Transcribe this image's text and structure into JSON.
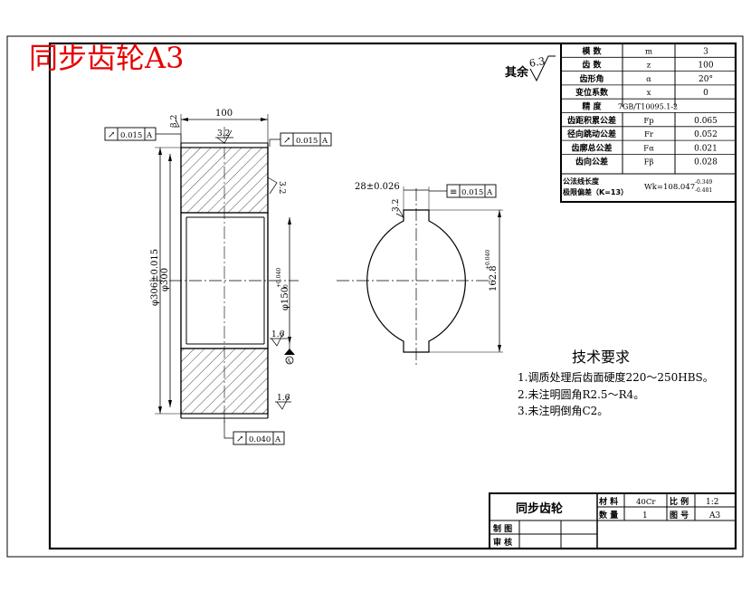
{
  "title_overlay": "同步齿轮A3",
  "surface_finish_note": {
    "prefix": "其余",
    "value": "6.3"
  },
  "params_table": [
    {
      "name": "模    数",
      "symbol": "m",
      "value": "3"
    },
    {
      "name": "齿    数",
      "symbol": "z",
      "value": "100"
    },
    {
      "name": "齿形角",
      "symbol": "α",
      "value": "20°"
    },
    {
      "name": "变位系数",
      "symbol": "x",
      "value": "0"
    },
    {
      "name": "精    度",
      "span": "7GB/T10095.1-2"
    },
    {
      "name": "齿距积累公差",
      "symbol": "Fp",
      "value": "0.065"
    },
    {
      "name": "径向跳动公差",
      "symbol": "Fr",
      "value": "0.052"
    },
    {
      "name": "齿廓总公差",
      "symbol": "Fα",
      "value": "0.021"
    },
    {
      "name": "齿向公差",
      "symbol": "Fβ",
      "value": "0.028"
    }
  ],
  "common_normal": {
    "label_line1": "公法线长度",
    "label_line2": "极限偏差（K=13）",
    "value": "Wk=108.047",
    "upper": "-0.349",
    "lower": "-0.481"
  },
  "side_view": {
    "width_dim": "100",
    "rough_top_left": "3.2",
    "rough_top": "3.2",
    "rough_right": "3.2",
    "rough_bore": "1.6",
    "rough_bottom": "1.6",
    "dia_outer": "φ306±0.015",
    "dia_root": "φ300",
    "dia_bore": "φ150",
    "bore_tol_upper": "+0.040",
    "bore_tol_lower": "0",
    "tol_left": {
      "sym": "↗",
      "val": "0.015",
      "ref": "A"
    },
    "tol_right": {
      "sym": "↗",
      "val": "0.015",
      "ref": "A"
    },
    "tol_bottom": {
      "sym": "↗",
      "val": "0.040",
      "ref": "A"
    },
    "datum": "A"
  },
  "front_view": {
    "keyway_width": "28±0.026",
    "keyway_sym": {
      "sym": "≡",
      "val": "0.015",
      "ref": "A"
    },
    "rough_keyway": "3.2",
    "bore_dim": "162.8",
    "bore_dim_tol": "+0.040"
  },
  "tech_req": {
    "title": "技术要求",
    "items": [
      "1.调质处理后齿面硬度220～250HBS。",
      "2.未注明圆角R2.5～R4。",
      "3.未注明倒角C2。"
    ]
  },
  "title_block": {
    "part_name": "同步齿轮",
    "material_label": "材  料",
    "material": "40Cr",
    "scale_label": "比  例",
    "scale": "1:2",
    "qty_label": "数  量",
    "qty": "1",
    "sheet_label": "图  号",
    "sheet": "A3",
    "drawn_label": "制  图",
    "checked_label": "审  核"
  }
}
